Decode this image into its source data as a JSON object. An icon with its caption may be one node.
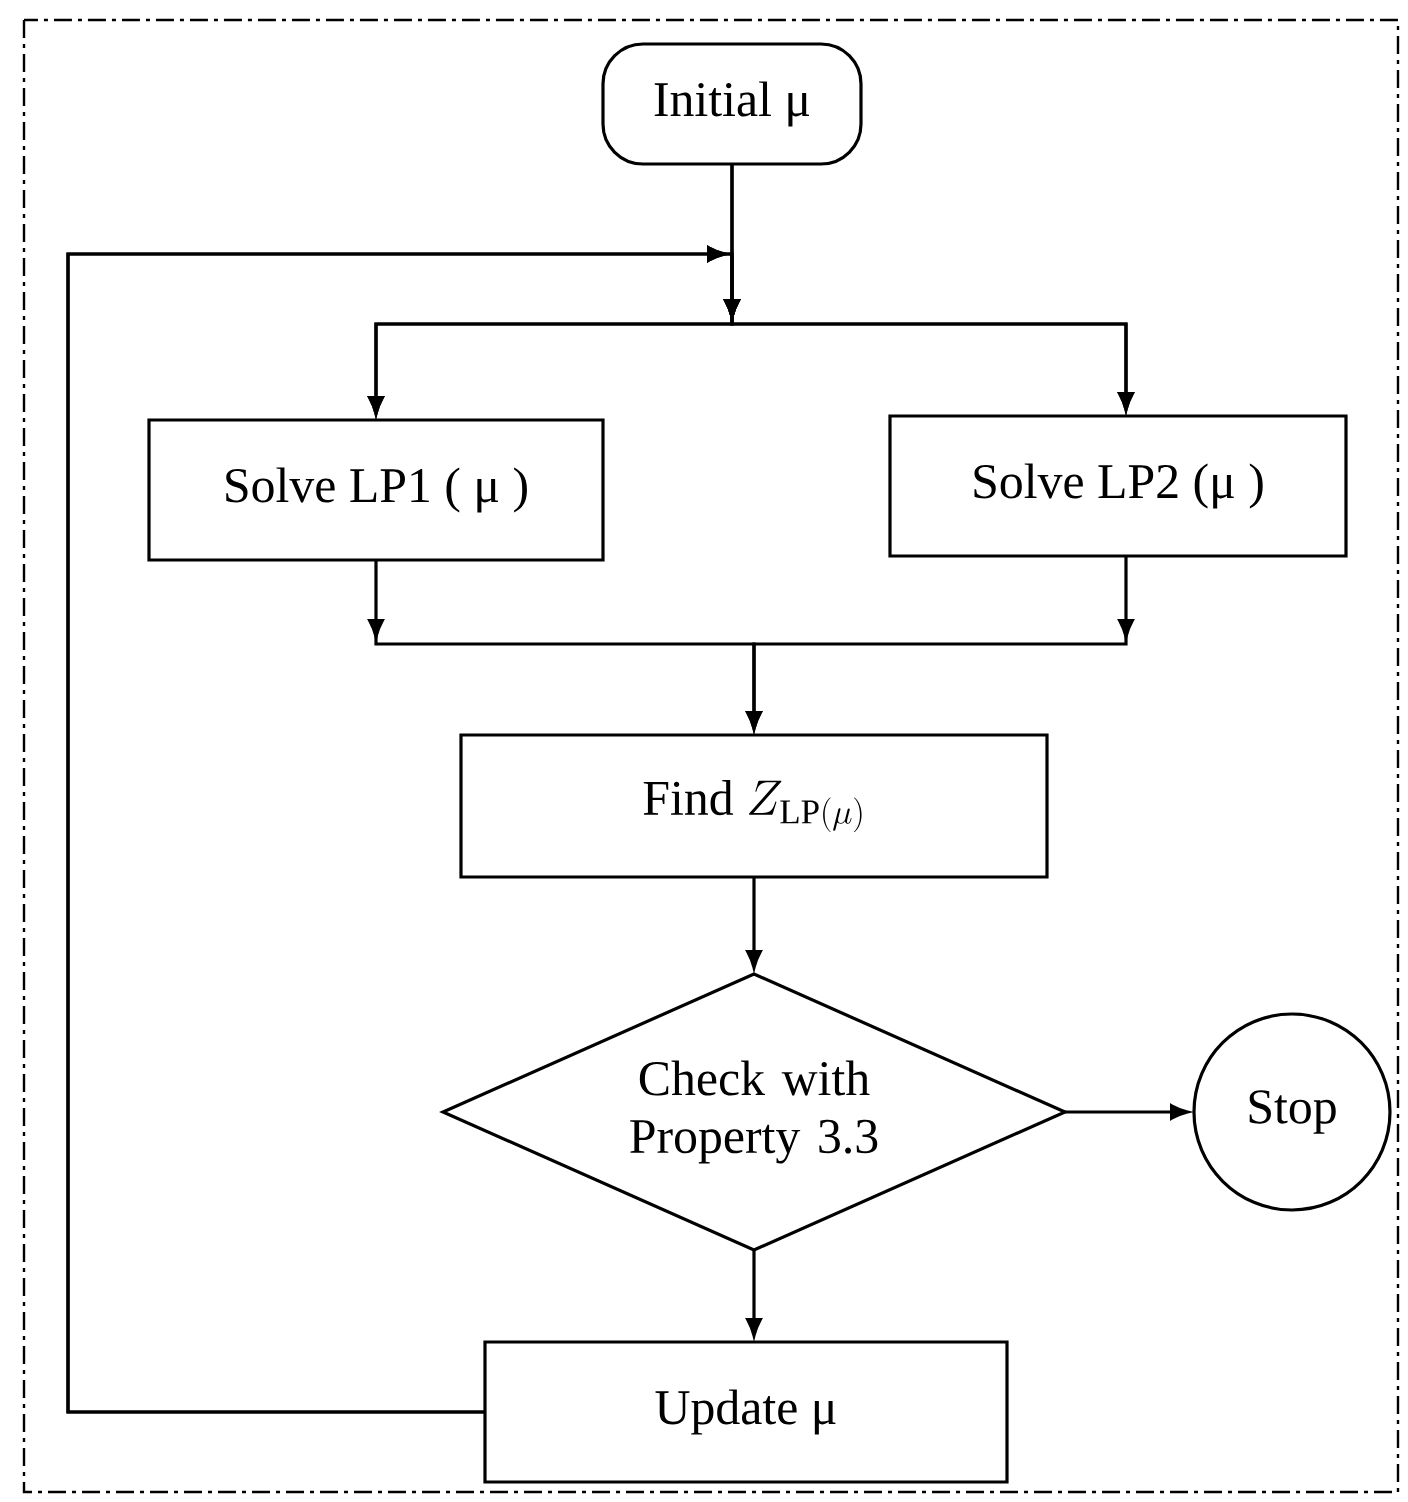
{
  "diagram": {
    "nodes": [
      {
        "text": [
          "Initial μ"
        ]
      },
      {
        "text": [
          "Solve LP1 ( μ )"
        ]
      },
      {
        "text": [
          "Solve LP2 (μ )"
        ]
      },
      {
        "text": [
          "Find",
          "Z_{\\mathrm{LP}(\\mu)}"
        ]
      },
      {
        "text": [
          "Check with Property 3.3"
        ]
      },
      {
        "text": [
          "Stop"
        ]
      },
      {
        "text": [
          "Update  μ"
        ]
      }
    ],
    "edges": [
      {
        "from": 0,
        "to": 1,
        "arrow": "to"
      },
      {
        "from": 0,
        "to": 2,
        "arrow": "to"
      },
      {
        "from": 1,
        "to": 3,
        "arrow": "to"
      },
      {
        "from": 2,
        "to": 3,
        "arrow": "to"
      },
      {
        "from": 3,
        "to": 4,
        "arrow": "to"
      },
      {
        "from": 4,
        "to": 5,
        "arrow": "to"
      },
      {
        "from": 4,
        "to": 6,
        "arrow": "to"
      },
      {
        "from": 6,
        "to": 1,
        "arrow": "to"
      },
      {
        "from": 6,
        "to": 2,
        "arrow": "to"
      }
    ]
  }
}
